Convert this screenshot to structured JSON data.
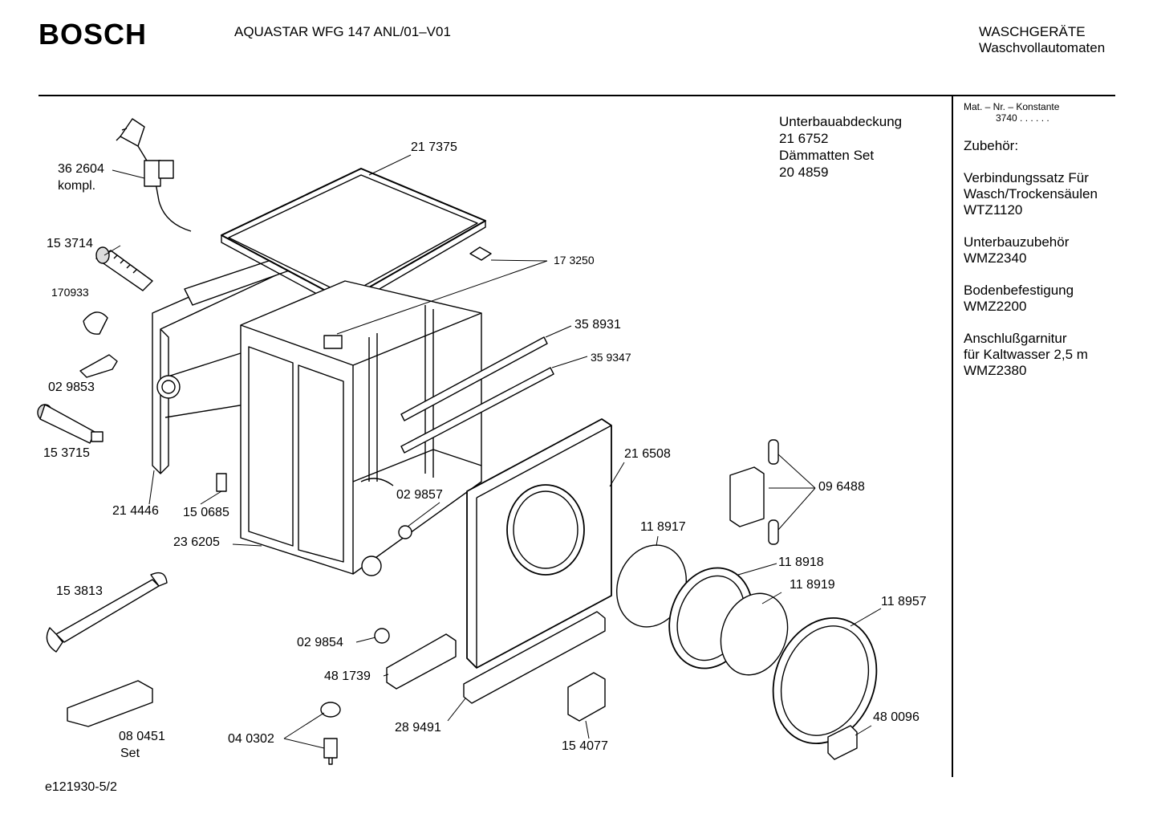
{
  "header": {
    "brand": "BOSCH",
    "model": "AQUASTAR WFG 147 ANL/01–V01",
    "category_line1": "WASCHGERÄTE",
    "category_line2": "Waschvollautomaten"
  },
  "sidebar": {
    "mat_label": "Mat. – Nr. – Konstante",
    "mat_value": "3740  .  .  .  .  .  .",
    "accessories_title": "Zubehör:",
    "items": [
      [
        "Verbindungssatz Für",
        "Wasch/Trockensäulen",
        "WTZ1120"
      ],
      [
        "Unterbauzubehör",
        "WMZ2340"
      ],
      [
        "Bodenbefestigung",
        "WMZ2200"
      ],
      [
        "Anschlußgarnitur",
        "für Kaltwasser 2,5 m",
        "WMZ2380"
      ]
    ]
  },
  "note": {
    "line1": "Unterbauabdeckung",
    "line2": "21 6752",
    "line3": "Dämmatten Set",
    "line4": "20 4859"
  },
  "parts": {
    "p362604": "36 2604",
    "p362604b": "kompl.",
    "p217375": "21 7375",
    "p153714": "15 3714",
    "p170933": "170933",
    "p173250": "17 3250",
    "p358931": "35 8931",
    "p359347": "35 9347",
    "p029853": "02 9853",
    "p153715": "15 3715",
    "p216508": "21 6508",
    "p096488": "09 6488",
    "p029857": "02 9857",
    "p214446": "21 4446",
    "p150685": "15 0685",
    "p118917": "11 8917",
    "p236205": "23 6205",
    "p118918": "11 8918",
    "p118919": "11 8919",
    "p153813": "15 3813",
    "p118957": "11 8957",
    "p029854": "02 9854",
    "p481739": "48 1739",
    "p480096": "48 0096",
    "p080451": "08 0451",
    "p080451b": "Set",
    "p040302": "04 0302",
    "p289491": "28 9491",
    "p154077": "15 4077"
  },
  "footer": {
    "code": "e121930-5/2"
  }
}
